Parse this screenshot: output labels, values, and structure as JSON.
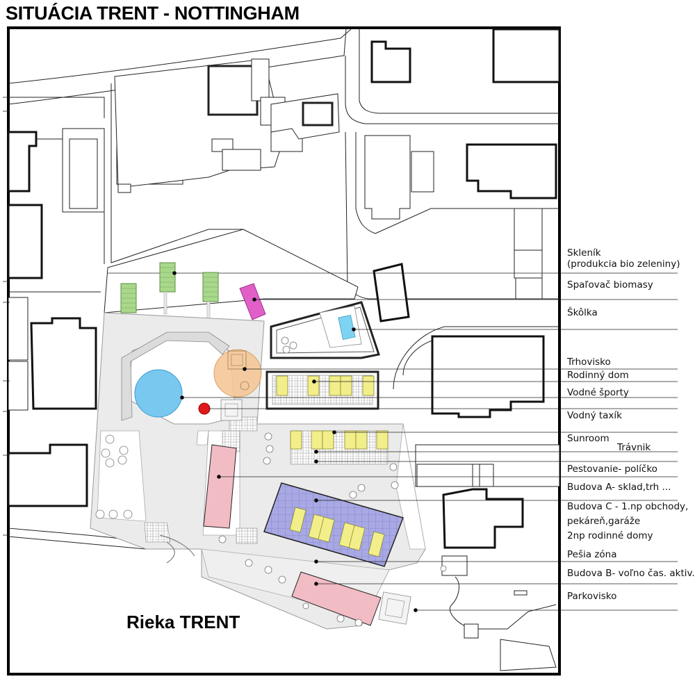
{
  "map": {
    "title": "SITUÁCIA TRENT - NOTTINGHAM",
    "river_label": "Rieka TRENT",
    "colors": {
      "greenhouse": "#a8d88a",
      "biomass_burner": "#e060c8",
      "kindergarten_pool": "#7fd3f2",
      "market": "#f5c898",
      "water_sports": "#78c8f0",
      "water_taxi": "#e01a1a",
      "family_house": "#f2ee8a",
      "building_a": "#f2bcc4",
      "building_c": "#a8a8e4",
      "paving": "#ebebeb"
    },
    "legend": [
      {
        "id": "sklenik",
        "line1": "Skleník",
        "line2": "(produkcia bio zeleniny)"
      },
      {
        "id": "spalovac",
        "line1": "Spaľovač biomasy"
      },
      {
        "id": "skolka",
        "line1": "Škôlka"
      },
      {
        "id": "trhovisko",
        "line1": "Trhovisko"
      },
      {
        "id": "rodinny-dom",
        "line1": "Rodinný dom"
      },
      {
        "id": "vodne-sporty",
        "line1": "Vodné športy"
      },
      {
        "id": "vodny-taxik",
        "line1": "Vodný taxík"
      },
      {
        "id": "sunroom",
        "line1": "Sunroom"
      },
      {
        "id": "travnik",
        "line1": "Trávnik"
      },
      {
        "id": "pestovanie",
        "line1": "Pestovanie- políčko"
      },
      {
        "id": "budova-a",
        "line1": "Budova A- sklad,trh ..."
      },
      {
        "id": "budova-c",
        "line1": "Budova C - 1.np obchody,",
        "line2": "pekáreň,garáže",
        "line3": "2np rodinné domy"
      },
      {
        "id": "pesia-zona",
        "line1": "Pešia zóna"
      },
      {
        "id": "budova-b",
        "line1": "Budova B- voľno čas. aktiv."
      },
      {
        "id": "parkovisko",
        "line1": "Parkovisko"
      }
    ]
  }
}
